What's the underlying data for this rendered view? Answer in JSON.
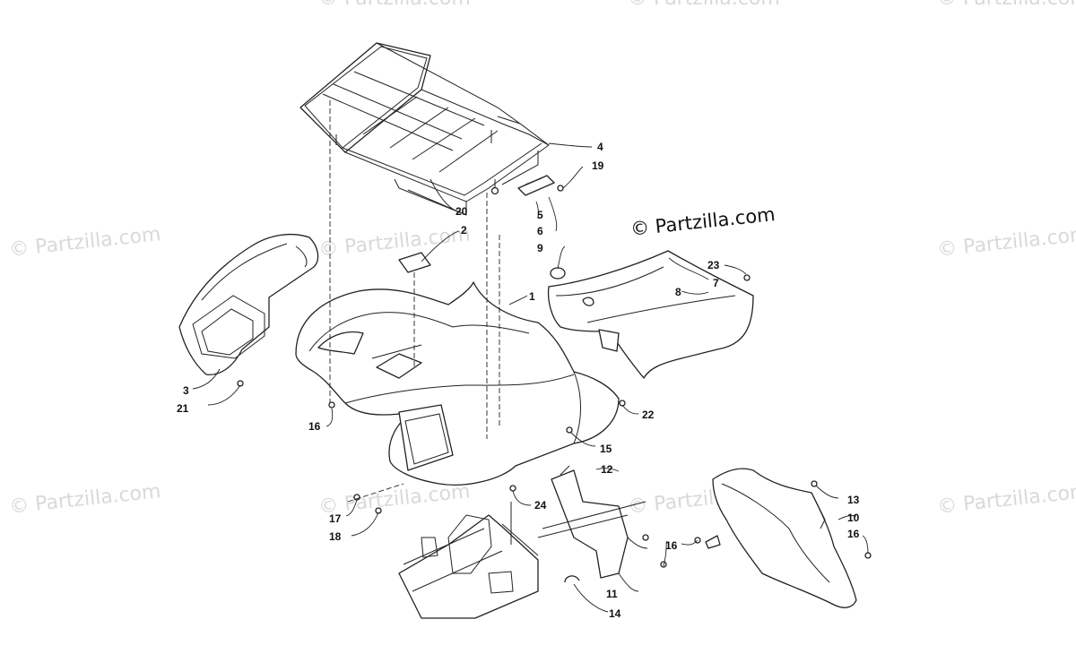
{
  "watermark": {
    "text": "© Partzilla.com"
  },
  "copyright": "© Partzilla.com",
  "callouts": {
    "c1": "1",
    "c2": "2",
    "c3": "3",
    "c4": "4",
    "c5": "5",
    "c6": "6",
    "c7": "7",
    "c8": "8",
    "c9": "9",
    "c10": "10",
    "c11": "11",
    "c12": "12",
    "c13": "13",
    "c14": "14",
    "c15": "15",
    "c16a": "16",
    "c16b": "16",
    "c16c": "16",
    "c17": "17",
    "c18": "18",
    "c19": "19",
    "c20": "20",
    "c21": "21",
    "c22": "22",
    "c23": "23",
    "c24": "24"
  }
}
